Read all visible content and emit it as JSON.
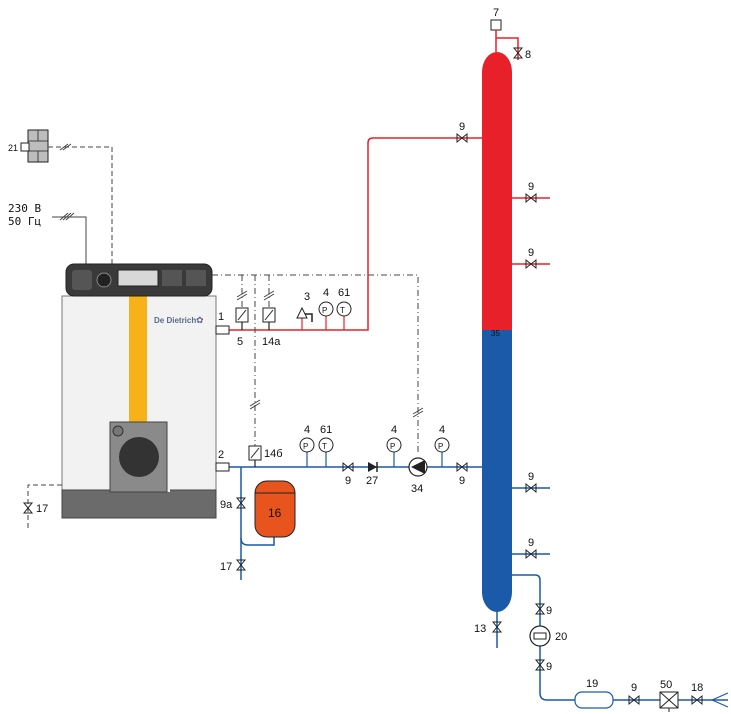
{
  "colors": {
    "hot": "#e8202a",
    "cold": "#1a5aa8",
    "boiler_body": "#f2f2f2",
    "boiler_base": "#6b6b6b",
    "panel": "#3a3a3a",
    "flue": "#f7b21a",
    "expansion_tank": "#e8541e",
    "outline": "#222222"
  },
  "power_supply": {
    "line1": "230 В",
    "line2": "50 Гц"
  },
  "boiler": {
    "brand": "De Dietrich",
    "outlet_flow": "1",
    "outlet_return": "2"
  },
  "storage_tank": {
    "sensor": "35"
  },
  "labels": {
    "air_vent": "7",
    "valve_top": "8",
    "valve_hot_inlet": "9",
    "valve_hot_out_1": "9",
    "valve_hot_out_2": "9",
    "valve_cold_out_1": "9",
    "valve_cold_out_2": "9",
    "valve_return_1": "9",
    "valve_return_2": "9",
    "valve_drain_tank": "13",
    "safety_valve": "3",
    "pressure_flow": "4",
    "thermometer_flow": "61",
    "flow_switch_5": "5",
    "flow_switch_14a": "14а",
    "flow_switch_14b": "14б",
    "pressure_return_1": "4",
    "thermometer_return": "61",
    "pressure_return_2": "4",
    "pressure_return_3": "4",
    "check_valve": "27",
    "pump": "34",
    "room_sensor": "21",
    "drain_boiler": "17",
    "drain_return": "17",
    "valve_9a": "9а",
    "expansion_tank": "16",
    "valve_cw_1": "9",
    "meter": "20",
    "valve_cw_2": "9",
    "filter": "19",
    "valve_cw_3": "9",
    "reducer": "50",
    "valve_cw_4": "18"
  }
}
